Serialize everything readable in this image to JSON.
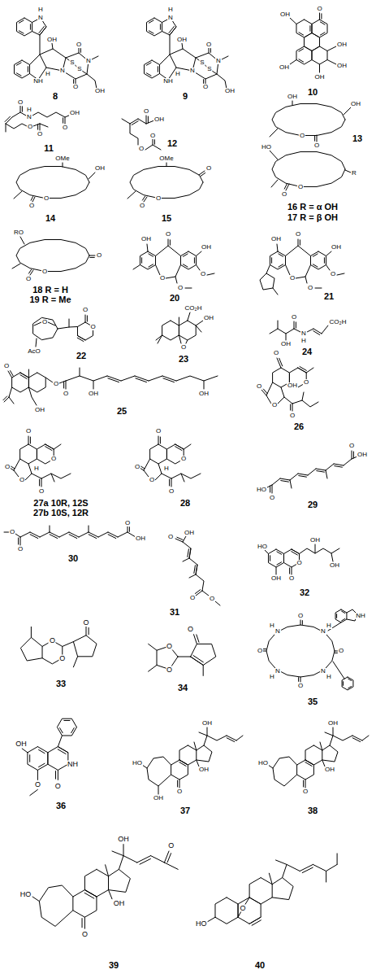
{
  "diagram": {
    "labels": [
      "8",
      "9",
      "10",
      "11",
      "12",
      "13",
      "14",
      "15",
      "16 R = α OH",
      "17 R = β OH",
      "18 R = H",
      "19 R = Me",
      "20",
      "21",
      "22",
      "23",
      "24",
      "25",
      "26",
      "27a 10R, 12S",
      "27b 10S, 12R",
      "28",
      "29",
      "30",
      "31",
      "32",
      "33",
      "34",
      "35",
      "36",
      "37",
      "38",
      "39",
      "40",
      "H",
      "N",
      "NH",
      "H",
      "N",
      "OH",
      "N",
      "O",
      "O",
      "S",
      "S",
      "OH",
      "H",
      "N",
      "NH",
      "H",
      "N",
      "OH",
      "N",
      "O",
      "O",
      "S",
      "S",
      "OH",
      "OH",
      "O",
      "OH",
      "OH",
      "OH",
      "OH",
      "O",
      "N",
      "H",
      "OH",
      "O",
      "O",
      "O",
      "O",
      "OH",
      "O",
      "O",
      "OH",
      "OH",
      "O",
      "O",
      "OMe",
      "OH",
      "O",
      "O",
      "OMe",
      "O",
      "O",
      "O",
      "HO",
      "R",
      "O",
      "O",
      "RO",
      "O",
      "O",
      "O",
      "OH",
      "O",
      "OH",
      "O",
      "O",
      "O",
      "OH",
      "O",
      "OH",
      "O",
      "O",
      "O",
      "O",
      "O",
      "O",
      "AcO",
      "CO₂H",
      "OH",
      "O",
      "OH",
      "O",
      "N",
      "H",
      "CO₂H",
      "O",
      "OH",
      "O",
      "O",
      "OH",
      "OH",
      "O",
      "O",
      "O",
      "OH",
      "O",
      "O",
      "O",
      "O",
      "O",
      "O",
      "O",
      "H",
      "O",
      "O",
      "O",
      "O",
      "O",
      "H",
      "O",
      "OH",
      "HO",
      "O",
      "O",
      "O",
      "O",
      "OH",
      "O",
      "OH",
      "O",
      "O",
      "HO",
      "OH",
      "O",
      "O",
      "OH",
      "OH",
      "O",
      "O",
      "O",
      "O",
      "O",
      "O",
      "O",
      "N",
      "H",
      "O",
      "N",
      "H",
      "O",
      "N",
      "H",
      "O",
      "N",
      "H",
      "NH",
      "OH",
      "O",
      "O",
      "NH",
      "OH",
      "HO",
      "OH",
      "O",
      "OH",
      "OH",
      "HO",
      "O",
      "OH",
      "OH",
      "O",
      "HO",
      "O",
      "OH",
      "HO",
      "O"
    ]
  }
}
